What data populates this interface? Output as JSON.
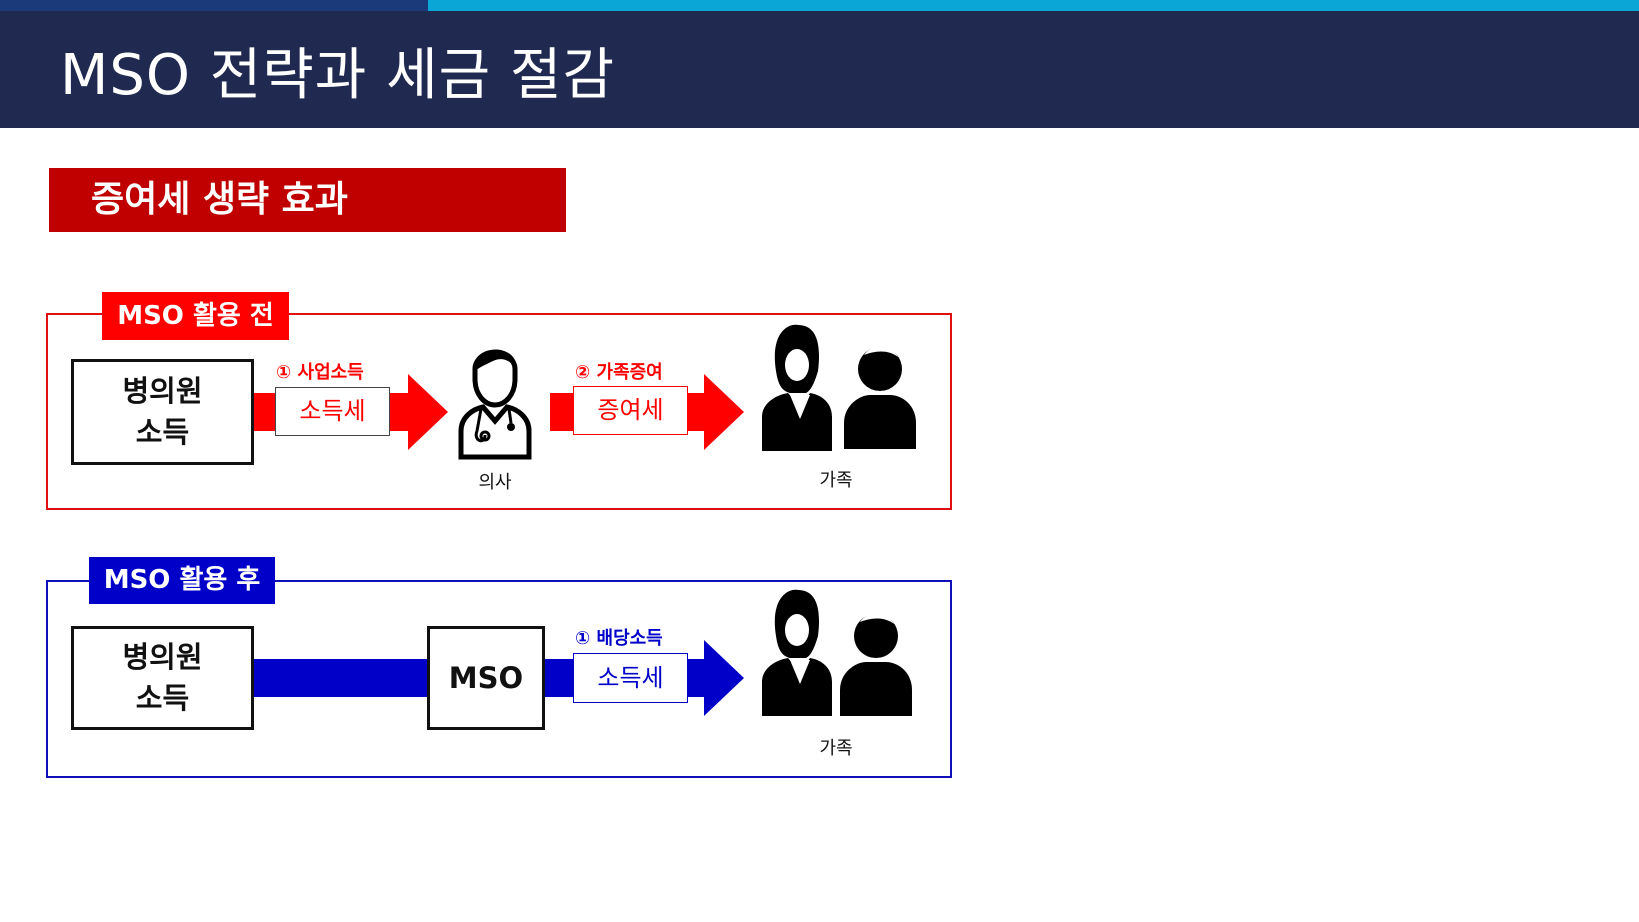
{
  "header": {
    "title": "MSO 전략과 세금 절감"
  },
  "section": {
    "title": "증여세 생략 효과"
  },
  "before": {
    "tag": "MSO 활용 전",
    "source_line1": "병의원",
    "source_line2": "소득",
    "step1_label": "① 사업소득",
    "step1_tax": "소득세",
    "doctor_caption": "의사",
    "step2_label": "② 가족증여",
    "step2_tax": "증여세",
    "family_caption": "가족"
  },
  "after": {
    "tag": "MSO 활용 후",
    "source_line1": "병의원",
    "source_line2": "소득",
    "mso_label": "MSO",
    "step1_label": "① 배당소득",
    "step1_tax": "소득세",
    "family_caption": "가족"
  },
  "colors": {
    "header_bg": "#20294f",
    "stripe_left": "#1a3a7a",
    "stripe_right": "#0aa6d6",
    "banner_red": "#c00000",
    "before_red": "#ff0000",
    "after_blue": "#0000c8"
  },
  "icons": {
    "doctor": "doctor-icon",
    "woman": "woman-icon",
    "man": "man-icon"
  }
}
